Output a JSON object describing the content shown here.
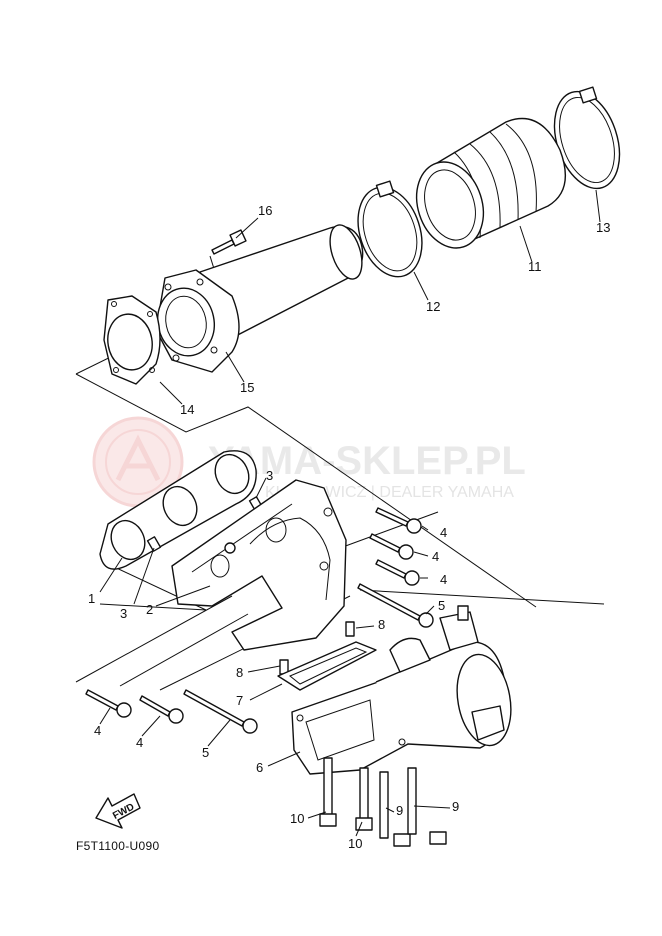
{
  "watermark": {
    "title": "YAMA-SKLEP.PL",
    "subtitle": "KLIMKOWICZ | DEALER YAMAHA",
    "logo": "yamaha-tuning-fork-logo",
    "color": "#f2c4c4"
  },
  "diagram_code": "F5T1100-U090",
  "fwd_label": "FWD",
  "callouts": [
    "16",
    "15",
    "14",
    "13",
    "12",
    "11",
    "3",
    "3",
    "1",
    "2",
    "4",
    "4",
    "4",
    "5",
    "8",
    "8",
    "7",
    "4",
    "4",
    "5",
    "6",
    "10",
    "10",
    "9",
    "9"
  ]
}
